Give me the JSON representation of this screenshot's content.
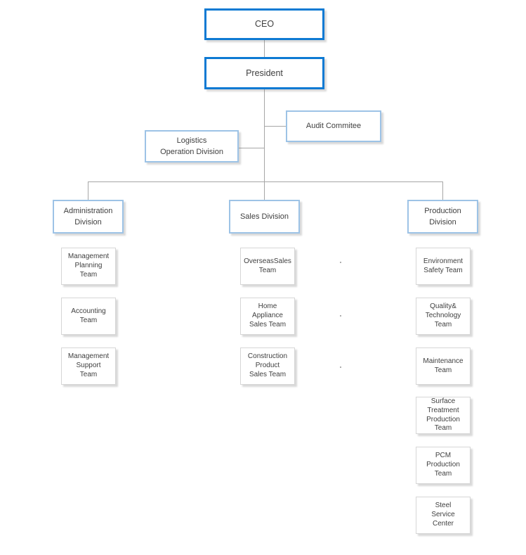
{
  "colors": {
    "executive_border": "#0e7ad3",
    "division_border": "#9dc3e6",
    "team_border": "#d6d6d6",
    "connector_line": "#a6a6a6",
    "text": "#3f3f3f",
    "background": "#ffffff"
  },
  "chart": {
    "ceo": "CEO",
    "president": "President",
    "audit_commitee": "Audit Commitee",
    "logistics": "Logistics\nOperation Division",
    "divisions": [
      {
        "label": "Administration\nDivision",
        "teams": [
          "Management\nPlanning\nTeam",
          "Accounting\nTeam",
          "Management\nSupport\nTeam"
        ]
      },
      {
        "label": "Sales Division",
        "teams": [
          "OverseasSales\nTeam",
          "Home\nAppliance\nSales Team",
          "Construction\nProduct\nSales Team"
        ]
      },
      {
        "label": "Production\nDivision",
        "teams": [
          "Environment\nSafety Team",
          "Quality&\nTechnology\nTeam",
          "Maintenance\nTeam",
          "Surface\nTreatment\nProduction\nTeam",
          "PCM\nProduction\nTeam",
          "Steel\nService\nCenter"
        ]
      }
    ]
  }
}
